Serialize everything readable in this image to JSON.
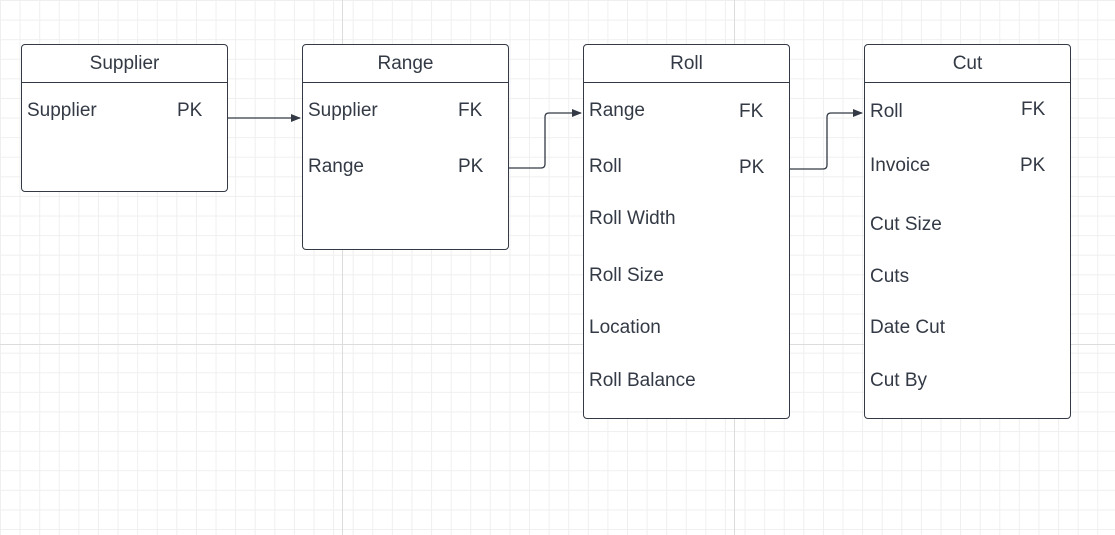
{
  "entities": {
    "supplier": {
      "title": "Supplier",
      "attributes": [
        {
          "name": "Supplier",
          "key": "PK"
        }
      ]
    },
    "range": {
      "title": "Range",
      "attributes": [
        {
          "name": "Supplier",
          "key": "FK"
        },
        {
          "name": "Range",
          "key": "PK"
        }
      ]
    },
    "roll": {
      "title": "Roll",
      "attributes": [
        {
          "name": "Range",
          "key": "FK"
        },
        {
          "name": "Roll",
          "key": "PK"
        },
        {
          "name": "Roll Width",
          "key": ""
        },
        {
          "name": "Roll Size",
          "key": ""
        },
        {
          "name": "Location",
          "key": ""
        },
        {
          "name": "Roll Balance",
          "key": ""
        }
      ]
    },
    "cut": {
      "title": "Cut",
      "attributes": [
        {
          "name": "Roll",
          "key": "FK"
        },
        {
          "name": "Invoice",
          "key": "PK"
        },
        {
          "name": "Cut Size",
          "key": ""
        },
        {
          "name": "Cuts",
          "key": ""
        },
        {
          "name": "Date Cut",
          "key": ""
        },
        {
          "name": "Cut By",
          "key": ""
        }
      ]
    }
  },
  "colors": {
    "line": "#333a45",
    "grid": "#dcdcdc"
  }
}
